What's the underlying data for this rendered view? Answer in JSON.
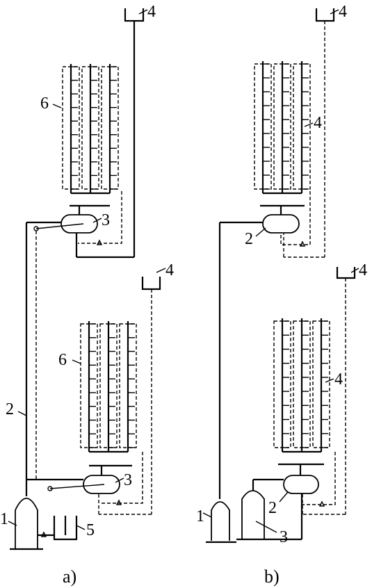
{
  "labels": {
    "a": {
      "tank_top": "4",
      "radiator_top": "6",
      "drum_top": "3",
      "tank_bottom": "4",
      "radiator_bottom": "6",
      "riser": "2",
      "drum_bottom": "3",
      "boiler": "1",
      "tank_low": "5"
    },
    "b": {
      "tank_top": "4",
      "radiator_top": "4",
      "drum_top": "2",
      "tank_bottom": "4",
      "radiator_bottom": "4",
      "boiler": "1",
      "drum_bottom": "2",
      "boiler2": "3"
    }
  },
  "captions": {
    "a": "a)",
    "b": "b)"
  }
}
